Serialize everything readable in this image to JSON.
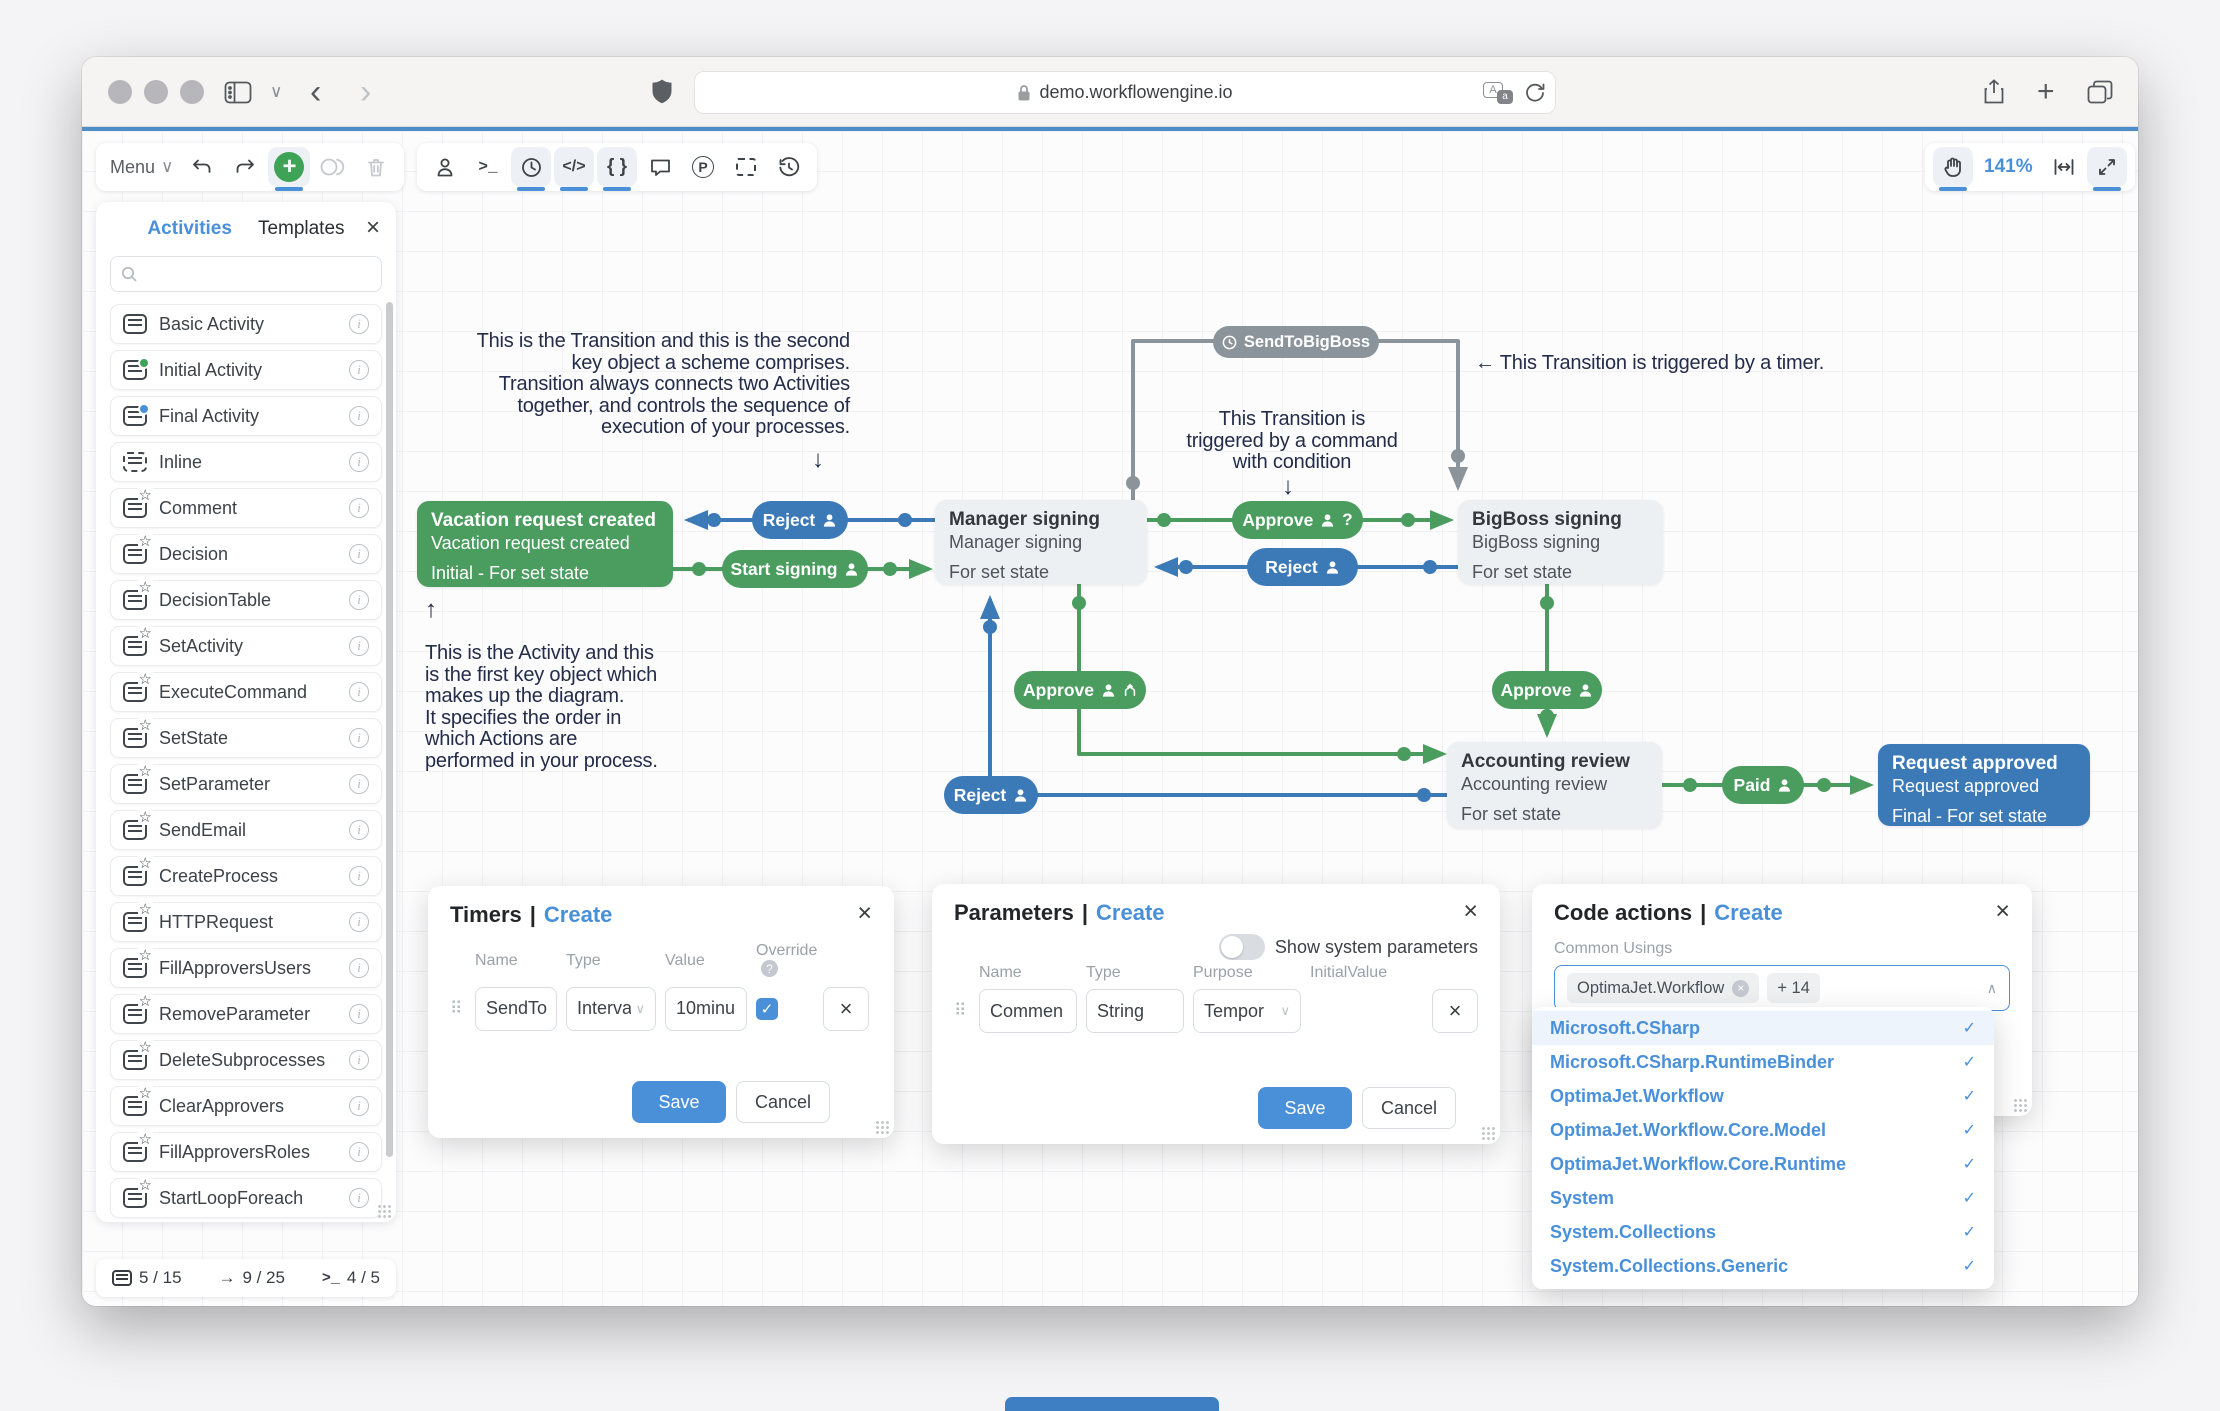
{
  "ui": {
    "pipe": "|",
    "close": "×",
    "chevron_down": "∨",
    "chevron_up": "∧",
    "check": "✓",
    "question": "?",
    "drag": "⠿",
    "arrow_right": "→"
  },
  "browser": {
    "url_text": "demo.workflowengine.io",
    "back": "‹",
    "forward": "›",
    "new_tab": "+",
    "translate_a": "A",
    "translate_b": "a"
  },
  "toolbar": {
    "menu_label": "Menu",
    "menu_chevron": "∨",
    "terminal_glyph": ">_",
    "code_glyph": "</>",
    "braces_glyph": "{ }",
    "p_glyph": "P",
    "zoom_value": "141%"
  },
  "sidebar": {
    "tabs": [
      "Activities",
      "Templates"
    ],
    "search_placeholder": "",
    "items": [
      "Basic Activity",
      "Initial Activity",
      "Final Activity",
      "Inline",
      "Comment",
      "Decision",
      "DecisionTable",
      "SetActivity",
      "ExecuteCommand",
      "SetState",
      "SetParameter",
      "SendEmail",
      "CreateProcess",
      "HTTPRequest",
      "FillApproversUsers",
      "RemoveParameter",
      "DeleteSubprocesses",
      "ClearApprovers",
      "FillApproversRoles",
      "StartLoopForeach"
    ]
  },
  "statusbar": {
    "activities": "5 / 15",
    "transitions": "9 / 25",
    "commands": "4 / 5"
  },
  "diagram": {
    "colors": {
      "green": "#4A9D5F",
      "blue": "#3C79B7",
      "gray": "#8B939B",
      "node_gray": "#EDF0F2",
      "annotation": "#232C49"
    },
    "nodes": {
      "vacation": {
        "title": "Vacation request created",
        "subtitle": "Vacation request created",
        "state": "Initial - For set state"
      },
      "manager": {
        "title": "Manager signing",
        "subtitle": "Manager signing",
        "state": "For set state"
      },
      "bigboss": {
        "title": "BigBoss signing",
        "subtitle": "BigBoss signing",
        "state": "For set state"
      },
      "accounting": {
        "title": "Accounting review",
        "subtitle": "Accounting review",
        "state": "For set state"
      },
      "request": {
        "title": "Request approved",
        "subtitle": "Request approved",
        "state": "Final - For set state"
      }
    },
    "transitions": {
      "reject1": "Reject",
      "start_signing": "Start signing",
      "approve_q": "Approve",
      "approve_q_mark": "?",
      "reject2": "Reject",
      "send_to_bigboss": "SendToBigBoss",
      "approve_fork": "Approve",
      "approve2": "Approve",
      "reject3": "Reject",
      "paid": "Paid"
    },
    "annotations": {
      "transition_note": [
        "This is the Transition and this is the second",
        "key object a scheme comprises.",
        "Transition always connects two Activities",
        "together, and controls the sequence of",
        "execution of your processes."
      ],
      "down_arrow": "↓",
      "up_arrow": "↑",
      "timer_note": "← This Transition is triggered by a timer.",
      "command_note": [
        "This Transition is",
        "triggered by a command",
        "with condition"
      ],
      "activity_note": [
        "This is the Activity and this",
        "is the first key object which",
        "makes up the diagram.",
        "It specifies the order in",
        "which Actions are",
        "performed in your process."
      ]
    }
  },
  "panels": {
    "timers": {
      "title": "Timers",
      "action": "Create",
      "cols": [
        "Name",
        "Type",
        "Value",
        "Override"
      ],
      "row": {
        "name": "SendTo",
        "type": "Interval",
        "value": "10minu"
      },
      "save": "Save",
      "cancel": "Cancel"
    },
    "parameters": {
      "title": "Parameters",
      "action": "Create",
      "toggle_label": "Show system parameters",
      "cols": [
        "Name",
        "Type",
        "Purpose",
        "InitialValue"
      ],
      "row": {
        "name": "Commen",
        "type": "String",
        "purpose": "Tempor"
      },
      "save": "Save",
      "cancel": "Cancel"
    },
    "code_actions": {
      "title": "Code actions",
      "action": "Create",
      "label": "Common Usings",
      "chips": [
        "OptimaJet.Workflow",
        "+ 14"
      ],
      "options": [
        "Microsoft.CSharp",
        "Microsoft.CSharp.RuntimeBinder",
        "OptimaJet.Workflow",
        "OptimaJet.Workflow.Core.Model",
        "OptimaJet.Workflow.Core.Runtime",
        "System",
        "System.Collections",
        "System.Collections.Generic"
      ]
    }
  }
}
